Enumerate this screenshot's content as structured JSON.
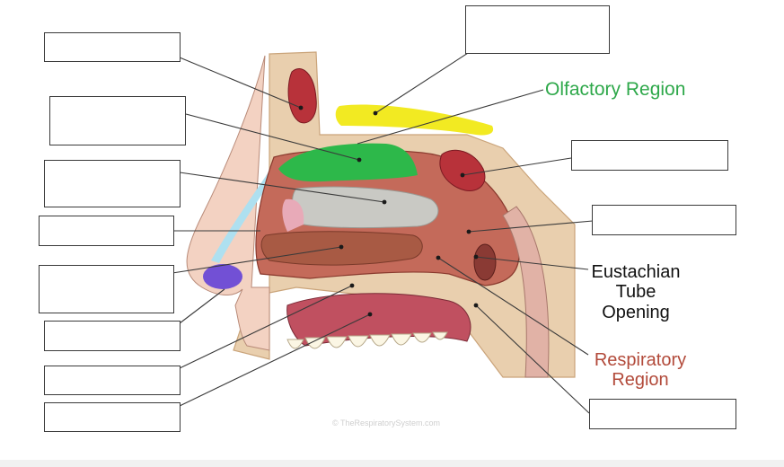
{
  "labels": {
    "olfactory": "Olfactory Region",
    "eustachian": [
      "Eustachian",
      "Tube",
      "Opening"
    ],
    "respiratory": [
      "Respiratory",
      "Region"
    ]
  },
  "watermark": "© TheRespiratorySystem.com",
  "colors": {
    "olfactory_text": "#2ea84a",
    "respiratory_text": "#b24a3a",
    "eustachian_text": "#111111",
    "olfactory_region": "#2db84a",
    "respiratory_cavity": "#c46a5a",
    "turbinate": "#a85a44",
    "bone": "#e9cfae",
    "sinus": "#b8323a",
    "yellow_nerve": "#f2ea22",
    "nostril_purple": "#5a3ad8",
    "tongue": "#c05060",
    "teeth": "#fbf6e4"
  },
  "answer_boxes": [
    {
      "id": "box-top-left",
      "value": ""
    },
    {
      "id": "box-top-center",
      "value": ""
    },
    {
      "id": "box-left-2",
      "value": ""
    },
    {
      "id": "box-left-3",
      "value": ""
    },
    {
      "id": "box-left-4",
      "value": ""
    },
    {
      "id": "box-left-5",
      "value": ""
    },
    {
      "id": "box-left-6",
      "value": ""
    },
    {
      "id": "box-left-7",
      "value": ""
    },
    {
      "id": "box-left-8",
      "value": ""
    },
    {
      "id": "box-right-1",
      "value": ""
    },
    {
      "id": "box-right-2",
      "value": ""
    },
    {
      "id": "box-right-bottom",
      "value": ""
    }
  ]
}
